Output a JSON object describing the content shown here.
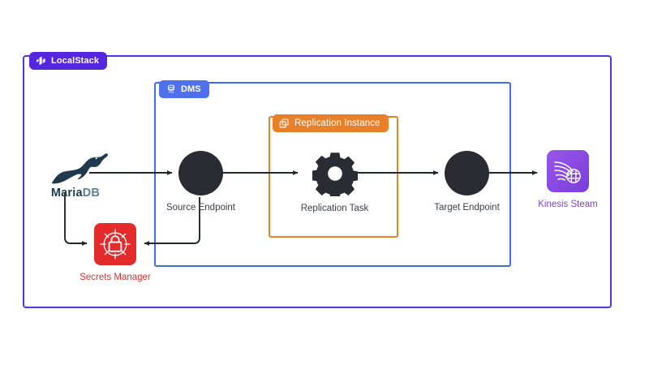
{
  "diagram": {
    "title": "LocalStack DMS replication architecture",
    "background": "#ffffff"
  },
  "groups": [
    {
      "id": "localstack",
      "label": "LocalStack",
      "icon": "localstack-logo-icon",
      "border_color": "#4b35ed",
      "badge_color": "#5526e0"
    },
    {
      "id": "dms",
      "label": "DMS",
      "icon": "database-icon",
      "border_color": "#3f6dea",
      "badge_color": "#4e70ec"
    },
    {
      "id": "replication_instance",
      "label": "Replication Instance",
      "icon": "copy-icon",
      "border_color": "#e8802a",
      "badge_color": "#e8802a"
    }
  ],
  "nodes": {
    "mariadb": {
      "label": "MariaDB",
      "label_part_a": "Maria",
      "label_part_b": "DB",
      "icon": "mariadb-seal-icon",
      "color_a": "#1f3a4d",
      "color_b": "#5d7f96"
    },
    "source_endpoint": {
      "label": "Source Endpoint",
      "icon": "circle-node-icon",
      "color": "#2b2b33"
    },
    "replication_task": {
      "label": "Replication Task",
      "icon": "gear-icon",
      "color": "#2b2b33"
    },
    "target_endpoint": {
      "label": "Target Endpoint",
      "icon": "circle-node-icon",
      "color": "#2b2b33"
    },
    "kinesis_stream": {
      "label": "Kinesis Steam",
      "icon": "kinesis-stream-icon",
      "color": "#7b42d4"
    },
    "secrets_manager": {
      "label": "Secrets Manager",
      "icon": "secrets-lock-icon",
      "color": "#e32b2b"
    }
  },
  "connections": [
    {
      "from": "mariadb",
      "to": "source_endpoint",
      "style": "arrow"
    },
    {
      "from": "source_endpoint",
      "to": "replication_task",
      "style": "arrow"
    },
    {
      "from": "replication_task",
      "to": "target_endpoint",
      "style": "arrow"
    },
    {
      "from": "target_endpoint",
      "to": "kinesis_stream",
      "style": "arrow"
    },
    {
      "from": "mariadb",
      "to": "secrets_manager",
      "style": "arrow"
    },
    {
      "from": "source_endpoint",
      "to": "secrets_manager",
      "style": "arrow"
    }
  ],
  "colors": {
    "arrow": "#22262e",
    "node_dark": "#2b2b33",
    "label_text": "#3c4049"
  }
}
